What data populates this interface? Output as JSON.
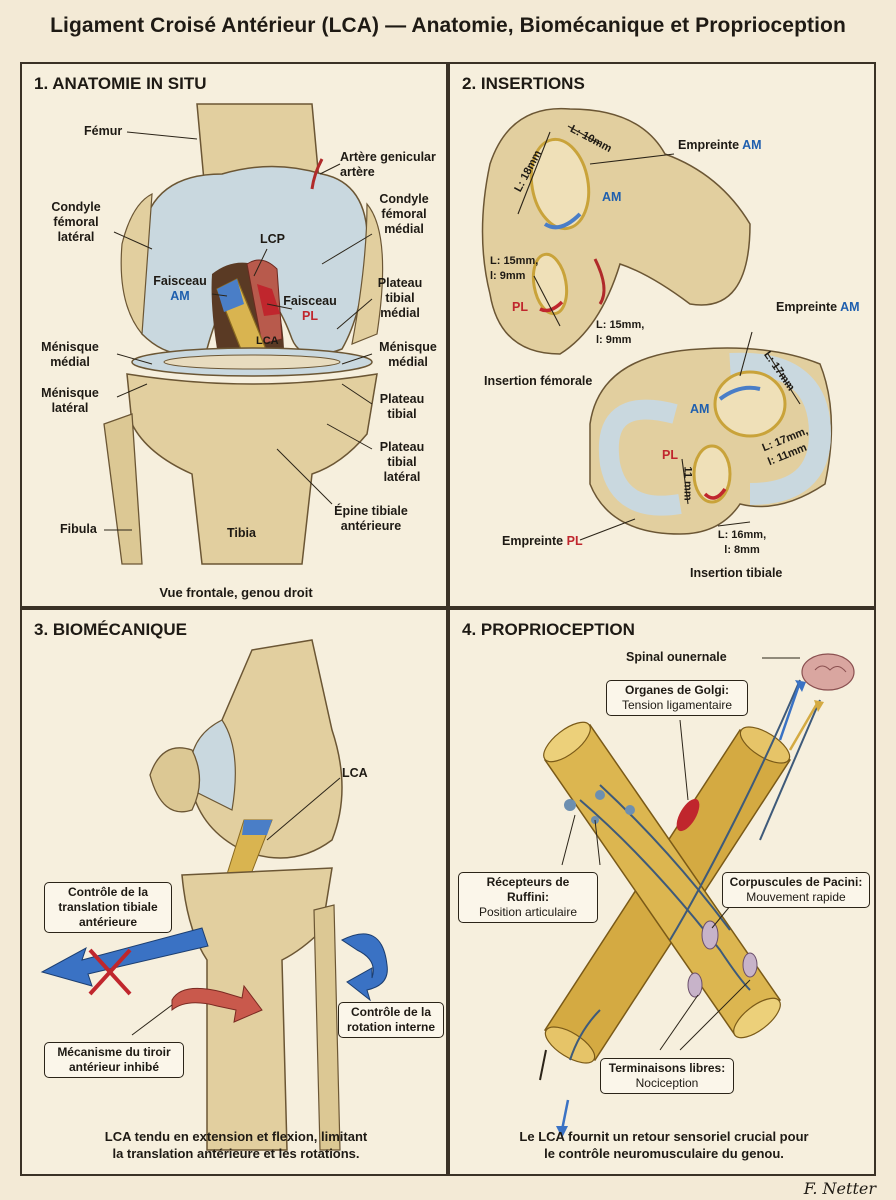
{
  "title": "Ligament Croisé Antérieur (LCA) — Anatomie, Biomécanique et Proprioception",
  "panel1": {
    "title": "1. ANATOMIE IN SITU",
    "labels": {
      "femur": "Fémur",
      "artery_1": "Artère genicular",
      "artery_2": "artère",
      "condyle_lat": [
        "Condyle",
        "fémoral",
        "latéral"
      ],
      "condyle_med": [
        "Condyle",
        "fémoral",
        "médial"
      ],
      "lcp": "LCP",
      "faisceau_am_1": "Faisceau",
      "faisceau_am_2": "AM",
      "faisceau_pl_1": "Faisceau",
      "faisceau_pl_2": "PL",
      "plateau_med": [
        "Plateau",
        "tibial",
        "médial"
      ],
      "lca": "LCA",
      "menisque_med_left": [
        "Ménisque",
        "médial"
      ],
      "menisque_med_right": [
        "Ménisque",
        "médial"
      ],
      "menisque_lat": [
        "Ménisque",
        "latéral"
      ],
      "plateau_tib": [
        "Plateau",
        "tibial"
      ],
      "plateau_tib_lat": [
        "Plateau",
        "tibial",
        "latéral"
      ],
      "epine": [
        "Épine tibiale",
        "antérieure"
      ],
      "fibula": "Fibula",
      "tibia": "Tibia"
    },
    "caption": "Vue frontale, genou droit"
  },
  "panel2": {
    "title": "2. INSERTIONS",
    "labels": {
      "empreinte_am_top_1": "Empreinte",
      "empreinte_am_top_2": "AM",
      "dim_l18": "L: 18mm",
      "dim_l10": "L: 10mm",
      "am_mark": "AM",
      "dim_femoral_pl_1": "L: 15mm,",
      "dim_femoral_pl_2": "l: 9mm",
      "pl_mark": "PL",
      "dim_femoral_pl_b1": "L: 15mm,",
      "dim_femoral_pl_b2": "l: 9mm",
      "insertion_femorale": "Insertion fémorale",
      "empreinte_am_bot_1": "Empreinte",
      "empreinte_am_bot_2": "AM",
      "dim_l17": "L: 17mm",
      "am_mark_tib": "AM",
      "dim_l17b_1": "L: 17mm,",
      "dim_l17b_2": "l: 11mm",
      "pl_mark_tib": "PL",
      "dim_11mm": "11 mm",
      "empreinte_pl_1": "Empreinte",
      "empreinte_pl_2": "PL",
      "dim_l16_1": "L: 16mm,",
      "dim_l16_2": "l: 8mm",
      "insertion_tibiale": "Insertion tibiale"
    }
  },
  "panel3": {
    "title": "3. BIOMÉCANIQUE",
    "lca": "LCA",
    "box_translation": [
      "Contrôle de la",
      "translation tibiale",
      "antérieure"
    ],
    "box_rotation": [
      "Contrôle de la",
      "rotation interne"
    ],
    "box_tiroir": [
      "Mécanisme du tiroir",
      "antérieur inhibé"
    ],
    "caption": [
      "LCA tendu en extension et flexion, limitant",
      "la translation antérieure et les rotations."
    ]
  },
  "panel4": {
    "title": "4. PROPRIOCEPTION",
    "spinal": "Spinal ounernale",
    "golgi_title": "Organes de Golgi:",
    "golgi_sub": "Tension ligamentaire",
    "ruffini_title": "Récepteurs de Ruffini:",
    "ruffini_sub": "Position articulaire",
    "pacini_title": "Corpuscules de Pacini:",
    "pacini_sub": "Mouvement rapide",
    "libres_title": "Terminaisons libres:",
    "libres_sub": "Nociception",
    "caption": [
      "Le LCA fournit un retour sensoriel crucial pour",
      "le contrôle neuromusculaire du genou."
    ]
  },
  "signature": "F. Netter",
  "colors": {
    "bone": "#e2cf9f",
    "cartilage": "#c9d8df",
    "ligament": "#d9b450",
    "am_blue": "#1f5fae",
    "pl_red": "#c0262d",
    "background": "#f3ead6"
  }
}
